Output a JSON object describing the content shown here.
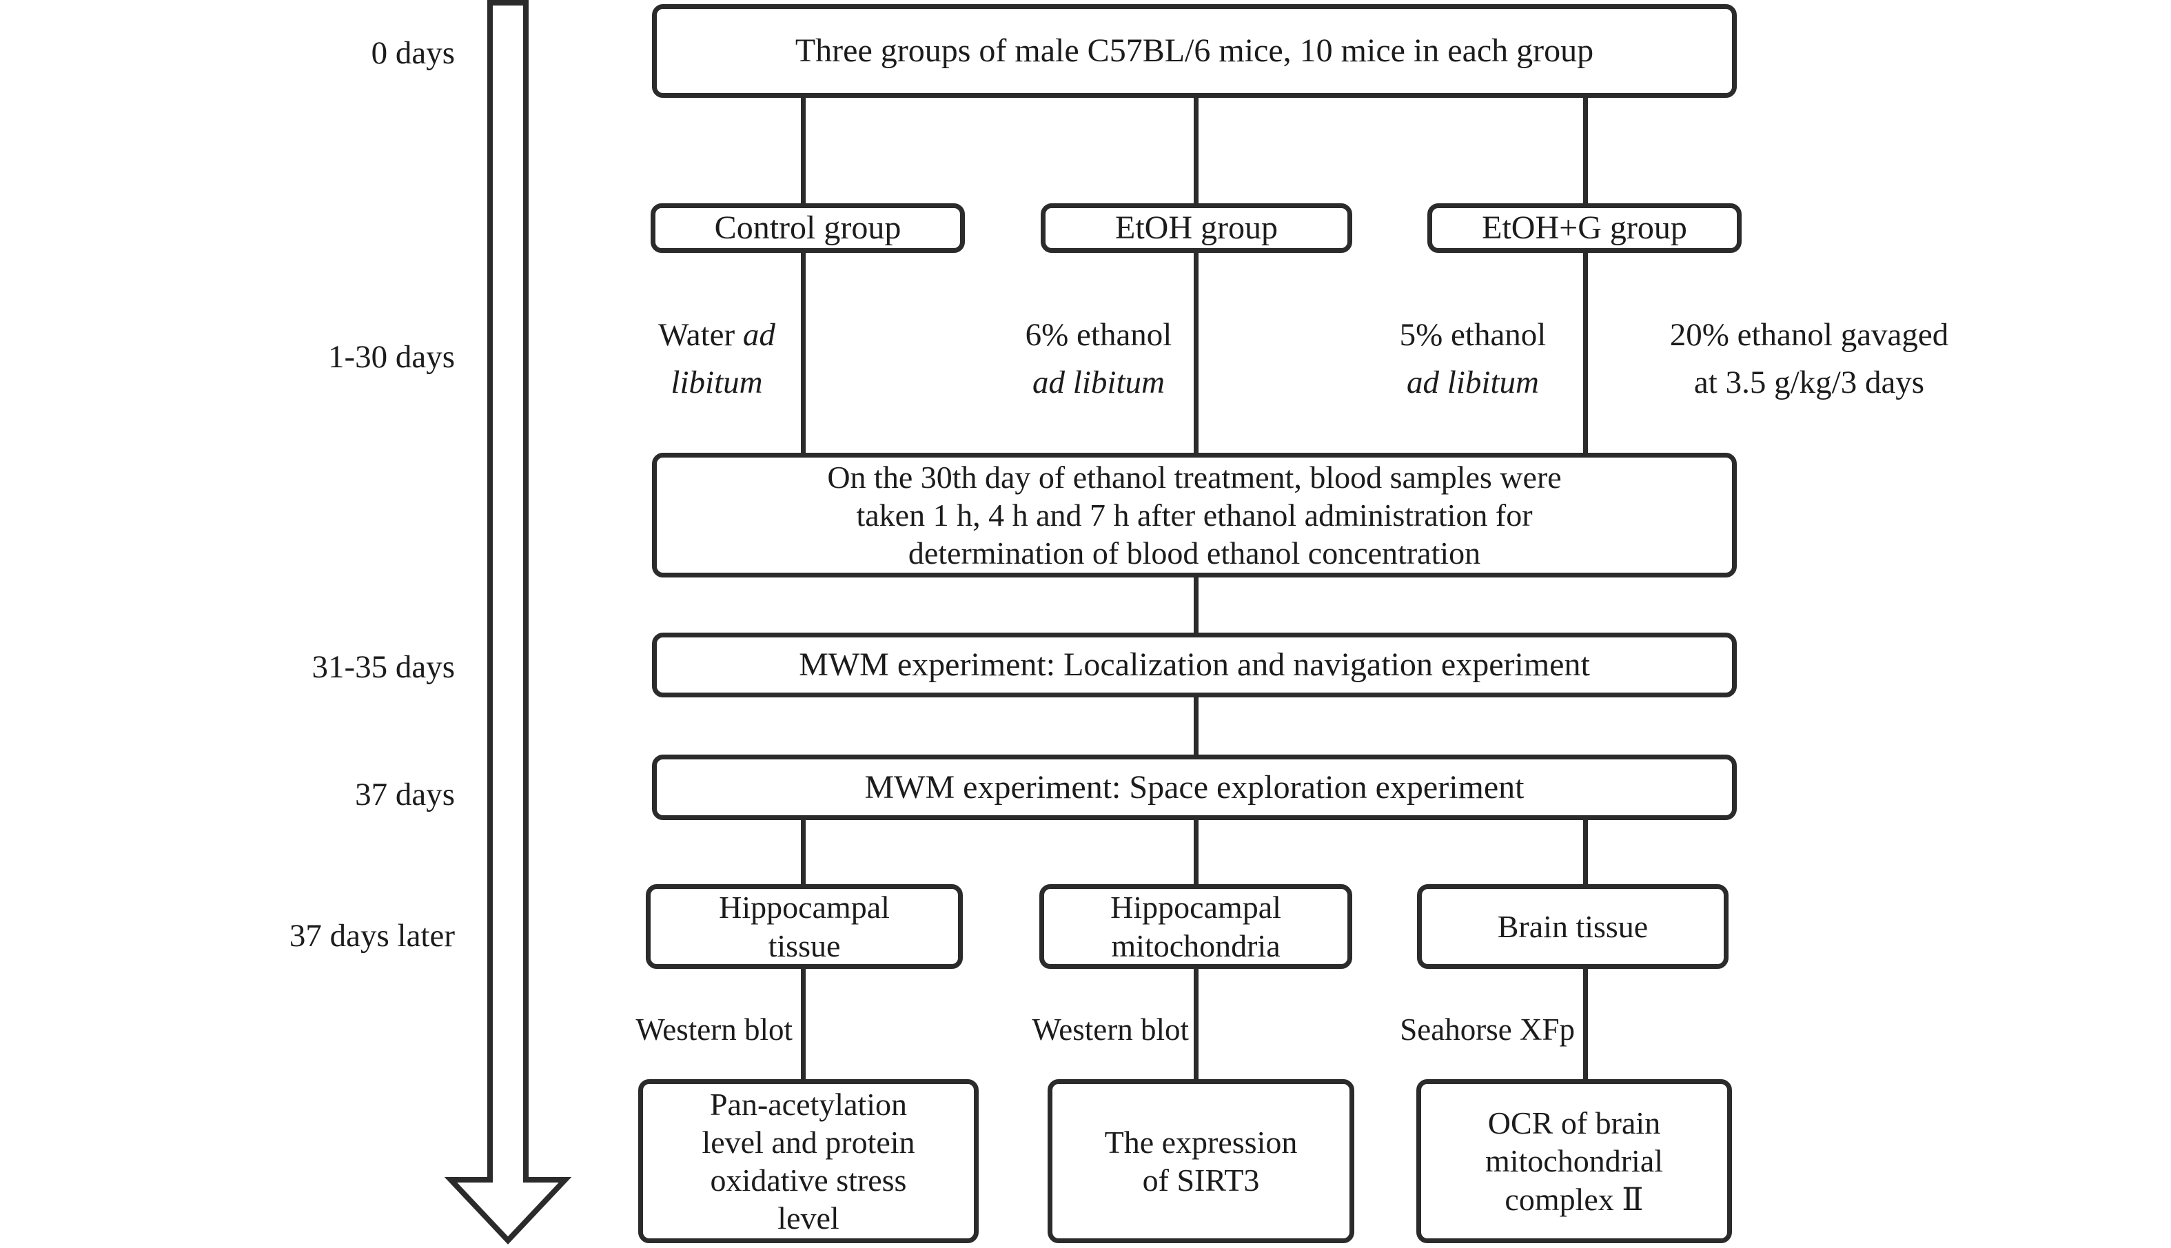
{
  "figure": {
    "timeline": {
      "day0": "0 days",
      "day1_30": "1-30 days",
      "day31_35": "31-35 days",
      "day37": "37 days",
      "day37_later": "37 days later"
    },
    "start_box": "Three groups of male C57BL/6 mice, 10 mice in each group",
    "groups": {
      "control": "Control group",
      "etoh": "EtOH group",
      "etoh_g": "EtOH+G group"
    },
    "treatments": {
      "control": {
        "prefix": "Water ",
        "italic1": "ad",
        "italic2": "libitum"
      },
      "etoh": {
        "line1": "6% ethanol",
        "line2": "ad libitum"
      },
      "etoh_g": {
        "line1": "5% ethanol",
        "line2": "ad libitum"
      },
      "gavage": {
        "line1": "20% ethanol gavaged",
        "line2": "at 3.5 g/kg/3 days"
      }
    },
    "blood_box": {
      "line1": "On the 30th day of ethanol treatment, blood samples were",
      "line2": "taken 1 h, 4 h and 7 h after ethanol administration for",
      "line3": "determination of blood ethanol concentration"
    },
    "mwm1_box": "MWM experiment: Localization and navigation experiment",
    "mwm2_box": "MWM experiment: Space exploration experiment",
    "samples": {
      "hippocampal_tissue": {
        "line1": "Hippocampal",
        "line2": "tissue"
      },
      "hippocampal_mitochondria": {
        "line1": "Hippocampal",
        "line2": "mitochondria"
      },
      "brain_tissue": "Brain tissue"
    },
    "methods": {
      "western_blot_1": "Western blot",
      "western_blot_2": "Western blot",
      "seahorse": "Seahorse XFp"
    },
    "outcomes": {
      "pan_acetylation": {
        "line1": "Pan-acetylation",
        "line2": "level and protein",
        "line3": "oxidative stress",
        "line4": "level"
      },
      "sirt3": {
        "line1": "The expression",
        "line2": "of SIRT3"
      },
      "ocr": {
        "line1": "OCR of brain",
        "line2": "mitochondrial",
        "line3": "complex Ⅱ"
      }
    },
    "colors": {
      "stroke": "#2b2b2b",
      "text": "#1c1c1c",
      "background": "#ffffff"
    }
  }
}
